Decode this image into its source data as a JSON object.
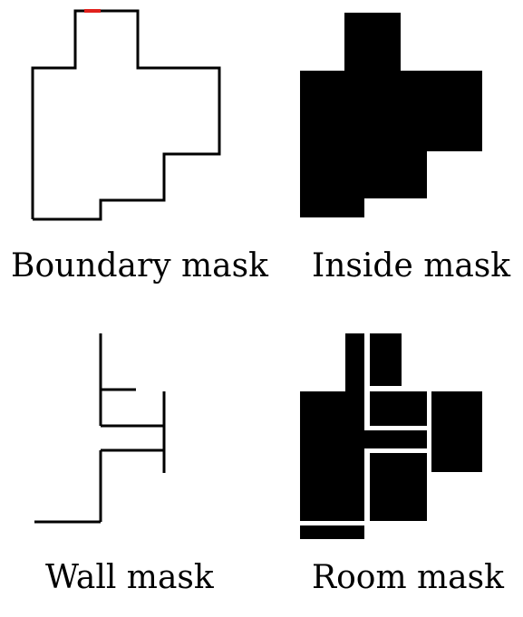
{
  "captions": {
    "boundary": "Boundary mask",
    "inside": "Inside mask",
    "wall": "Wall mask",
    "room": "Room mask"
  },
  "colors": {
    "line": "#000000",
    "fill": "#000000",
    "entrance": "#e0201c",
    "background": "#ffffff"
  }
}
